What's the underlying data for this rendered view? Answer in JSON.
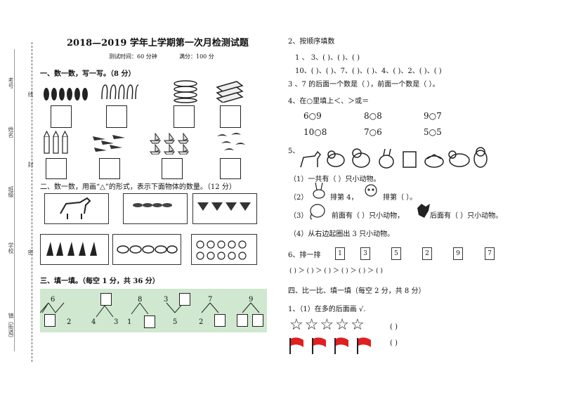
{
  "binding": {
    "labels": [
      "考号",
      "线",
      "姓名",
      "封",
      "班级",
      "学校",
      "密",
      "镇（街道）"
    ]
  },
  "header": {
    "title": "2018—2019 学年上学期第一次月检测试题",
    "meta_time": "测试时间：60 分钟",
    "meta_score": "满分：100 分"
  },
  "sec1": {
    "title": "一、数一数，写一写。（8 分）"
  },
  "sec2": {
    "title": "二、数一数，用画“△”的形式，表示下面物体的数量。（12 分）"
  },
  "sec3": {
    "title": "三、填一填。（每空 1 分，共 36 分）",
    "trees": [
      {
        "top": "6",
        "left": "",
        "right": "2"
      },
      {
        "top": "",
        "left": "4",
        "right": "3"
      },
      {
        "top": "8",
        "left": "1",
        "right": ""
      },
      {
        "top": "3",
        "left": "",
        "right": "5"
      },
      {
        "top": "7",
        "left": "2",
        "right": ""
      },
      {
        "top": "9",
        "left": "",
        "right": ""
      }
    ]
  },
  "right": {
    "q2_title": "2、按顺序填数",
    "q2_line1": "1 、 3、(     )、(     )、(     )",
    "q2_line2": "10、(     )、(     )、7、(     )、(     )、4、(     )、2、(     )、(     )",
    "q3": "3 、7 的后面一个数是（          ），前面一个数是（      ）。",
    "q4_title": "4、在○里填上＜、＞或＝",
    "compare": [
      [
        "6",
        "9"
      ],
      [
        "8",
        "8"
      ],
      [
        "9",
        "7"
      ],
      [
        "10",
        "8"
      ],
      [
        "7",
        "6"
      ],
      [
        "5",
        "5"
      ]
    ],
    "q5_title": "5、",
    "q5_l1": "（1）一共有（       ）只小动物。",
    "q5_l2a": "（2）",
    "q5_l2b": "排第 4，",
    "q5_l2c": "排第（       ）。",
    "q5_l3a": "（3）",
    "q5_l3b": "前面有（      ）只小动物，",
    "q5_l3c": "后面有（      ）只小动物。",
    "q5_l4": "（4）从右边起圈出 3 只小动物。",
    "q6_title": "6、排一排",
    "q6_nums": [
      "1",
      "3",
      "5",
      "2",
      "9",
      "7"
    ],
    "q6_line": "(          ) ＞ (          ) ＞ (          ) ＞ (          ) ＞ (          ) ＞ (          )",
    "sec4_title": "四、比一比、填一填（每空 2 分，共 8 分）",
    "sec4_q1": "1、（1）在多的后面画 √.",
    "paren": "(          )"
  }
}
